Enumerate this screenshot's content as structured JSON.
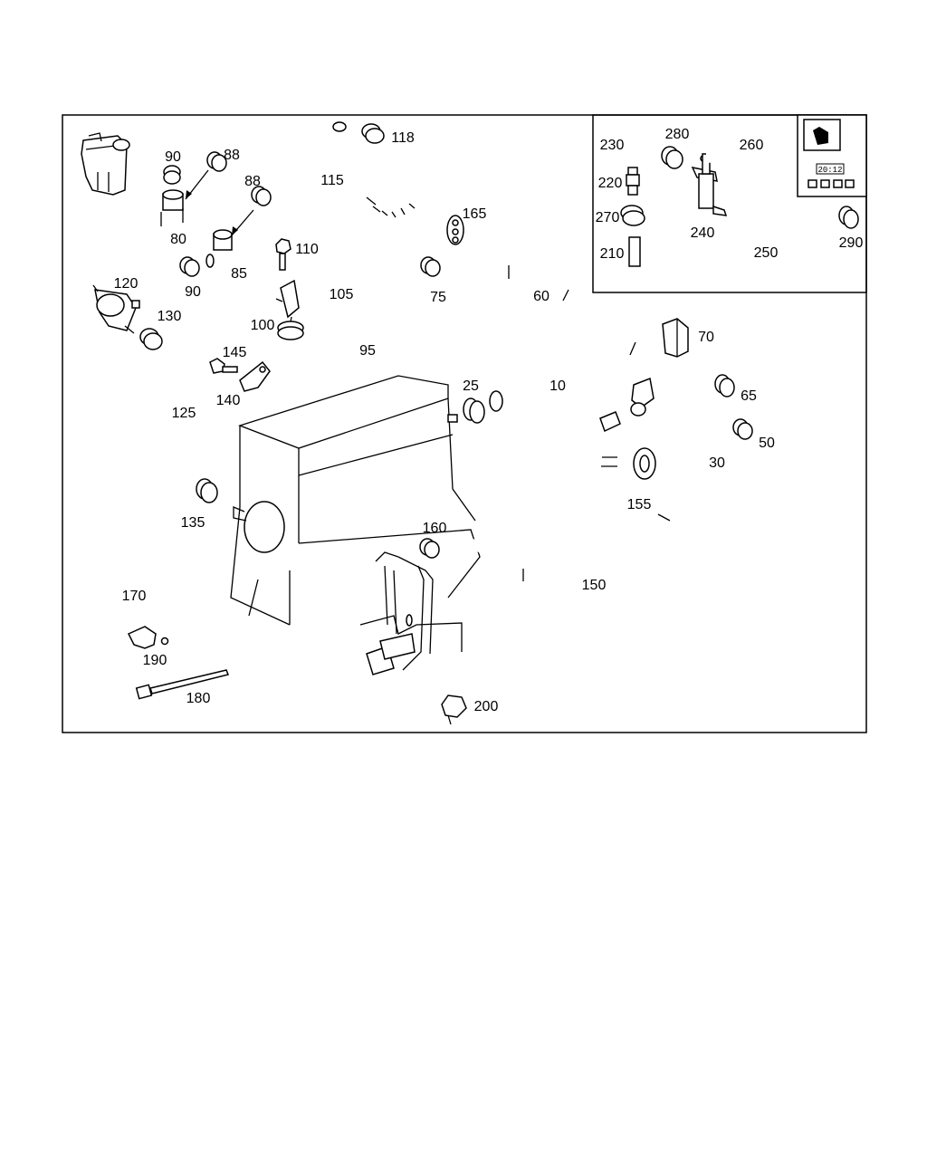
{
  "callouts": [
    "118",
    "115",
    "90",
    "88",
    "88",
    "80",
    "85",
    "90",
    "110",
    "105",
    "100",
    "95",
    "165",
    "75",
    "60",
    "70",
    "65",
    "50",
    "30",
    "120",
    "130",
    "125",
    "145",
    "140",
    "135",
    "25",
    "10",
    "155",
    "160",
    "150",
    "170",
    "190",
    "180",
    "200",
    "230",
    "220",
    "270",
    "210",
    "280",
    "240",
    "260",
    "250",
    "290"
  ],
  "inset": {
    "clock_display": "20:12"
  }
}
